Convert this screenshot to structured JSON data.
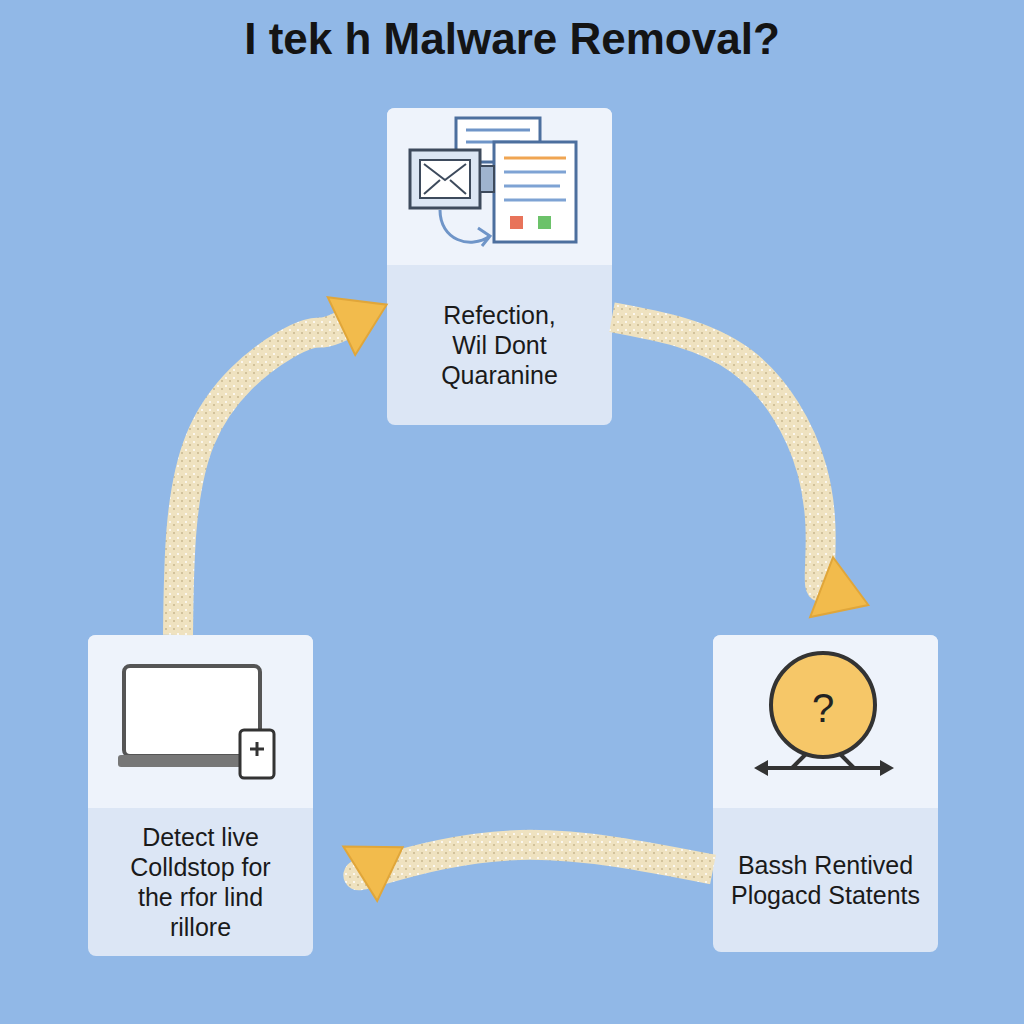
{
  "diagram": {
    "title": "I tek h Malware Removal?",
    "nodes": [
      {
        "text": [
          "Refection, Wil Dont Quaranine"
        ]
      },
      {
        "text": [
          "Bassh Rentived Plogacd Statents"
        ]
      },
      {
        "text": [
          "Detect live Colldstop for the rfor lind rillore"
        ]
      }
    ],
    "edges": [
      {
        "from": 0,
        "to": 1,
        "arrow": "to"
      },
      {
        "from": 1,
        "to": 2,
        "arrow": "to"
      },
      {
        "from": 2,
        "to": 0,
        "arrow": "to"
      }
    ],
    "labels": [
      "?"
    ]
  }
}
